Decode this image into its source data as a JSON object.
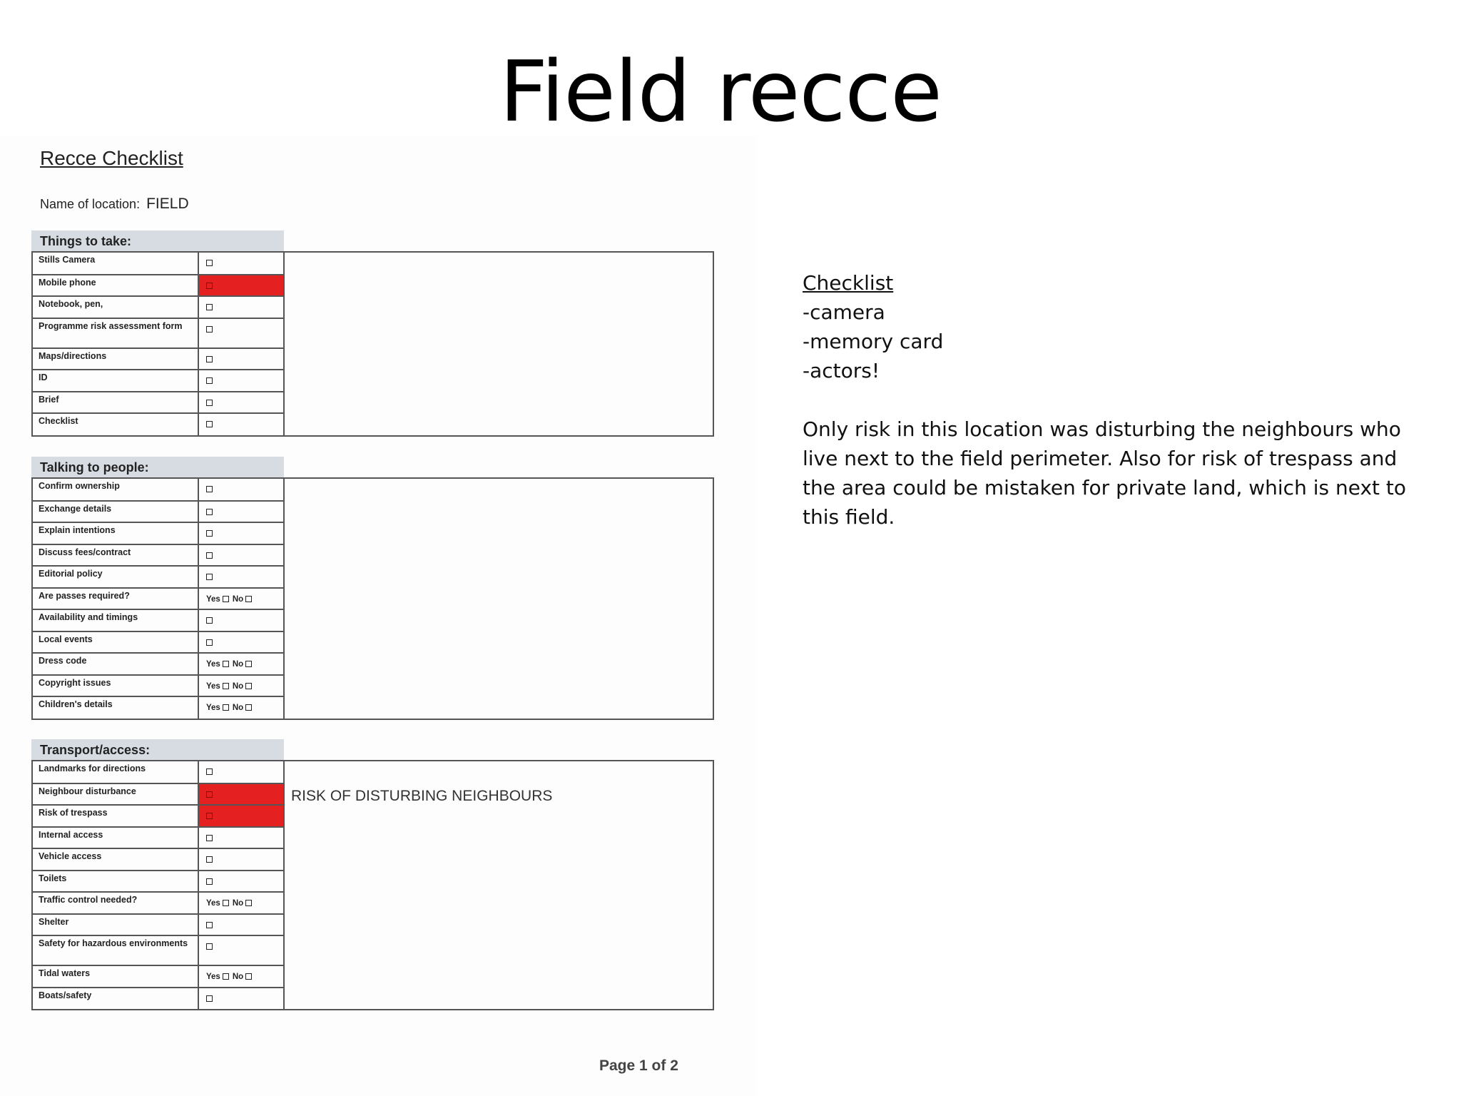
{
  "slide_title": "Field recce",
  "document": {
    "heading": "Recce Checklist",
    "location_label": "Name of location:",
    "location_value": "FIELD",
    "footer": "Page 1 of 2",
    "sections": [
      {
        "title": "Things to take:",
        "items": [
          {
            "label": "Stills Camera",
            "type": "check",
            "flagged": false
          },
          {
            "label": "Mobile phone",
            "type": "check",
            "flagged": true
          },
          {
            "label": "Notebook, pen,",
            "type": "check",
            "flagged": false
          },
          {
            "label": "Programme risk assessment form",
            "type": "check",
            "flagged": false,
            "tall": true
          },
          {
            "label": "Maps/directions",
            "type": "check",
            "flagged": false
          },
          {
            "label": "ID",
            "type": "check",
            "flagged": false
          },
          {
            "label": "Brief",
            "type": "check",
            "flagged": false
          },
          {
            "label": "Checklist",
            "type": "check",
            "flagged": false
          }
        ],
        "note": ""
      },
      {
        "title": "Talking to people:",
        "items": [
          {
            "label": "Confirm ownership",
            "type": "check",
            "flagged": false
          },
          {
            "label": "Exchange details",
            "type": "check",
            "flagged": false
          },
          {
            "label": "Explain intentions",
            "type": "check",
            "flagged": false
          },
          {
            "label": "Discuss fees/contract",
            "type": "check",
            "flagged": false
          },
          {
            "label": "Editorial policy",
            "type": "check",
            "flagged": false
          },
          {
            "label": "Are passes required?",
            "type": "yesno",
            "flagged": false
          },
          {
            "label": "Availability and timings",
            "type": "check",
            "flagged": false
          },
          {
            "label": "Local events",
            "type": "check",
            "flagged": false
          },
          {
            "label": "Dress code",
            "type": "yesno",
            "flagged": false
          },
          {
            "label": "Copyright issues",
            "type": "yesno",
            "flagged": false
          },
          {
            "label": "Children's details",
            "type": "yesno",
            "flagged": false
          }
        ],
        "note": ""
      },
      {
        "title": "Transport/access:",
        "items": [
          {
            "label": "Landmarks for directions",
            "type": "check",
            "flagged": false
          },
          {
            "label": "Neighbour disturbance",
            "type": "check",
            "flagged": true
          },
          {
            "label": "Risk of trespass",
            "type": "check",
            "flagged": true
          },
          {
            "label": "Internal access",
            "type": "check",
            "flagged": false
          },
          {
            "label": "Vehicle access",
            "type": "check",
            "flagged": false
          },
          {
            "label": "Toilets",
            "type": "check",
            "flagged": false
          },
          {
            "label": "Traffic control needed?",
            "type": "yesno",
            "flagged": false
          },
          {
            "label": "Shelter",
            "type": "check",
            "flagged": false
          },
          {
            "label": "Safety for hazardous environments",
            "type": "check",
            "flagged": false,
            "tall": true
          },
          {
            "label": "Tidal waters",
            "type": "yesno",
            "flagged": false
          },
          {
            "label": "Boats/safety",
            "type": "check",
            "flagged": false
          }
        ],
        "note": "RISK OF DISTURBING NEIGHBOURS"
      }
    ],
    "yes_label": "Yes",
    "no_label": "No"
  },
  "notes": {
    "heading": "Checklist",
    "items": [
      "-camera",
      "-memory card",
      "-actors!"
    ],
    "paragraph": "Only risk in this location was disturbing the neighbours who live next to the field perimeter. Also for risk of trespass and the area could be mistaken for private land, which is next to this field."
  }
}
